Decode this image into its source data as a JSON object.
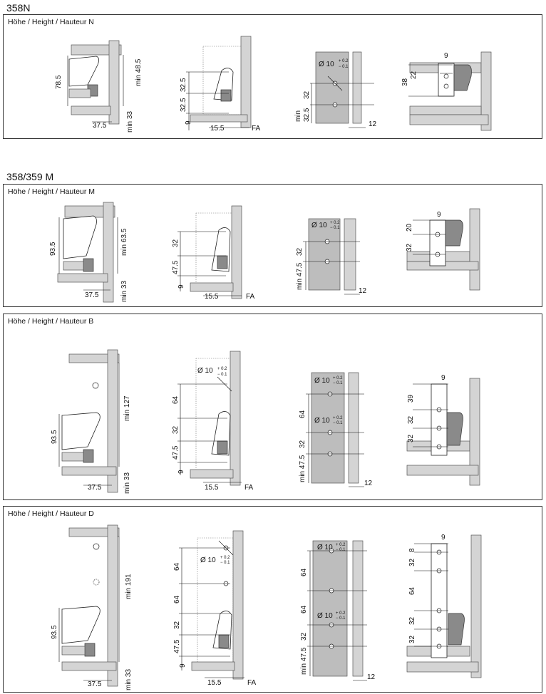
{
  "sections": [
    {
      "title": "358N"
    },
    {
      "title": "358/359 M"
    }
  ],
  "panels": [
    {
      "label": "Höhe / Height / Hauteur N",
      "dims": {
        "side_height": "78.5",
        "min_top": "min 48.5",
        "min_bottom": "min 33",
        "setback": "37.5",
        "front_upper": "32.5",
        "front_lower": "32.5",
        "front_base": "9",
        "front_width": "15.5",
        "fa": "FA",
        "bore_dia": "Ø 10",
        "tol_plus": "+ 0.2",
        "tol_minus": "− 0.1",
        "bore_spacing": "32",
        "bore_min": "min",
        "bore_base": "32.5",
        "thickness": "12",
        "rear_width": "9",
        "rear_total": "38",
        "rear_upper": "22"
      }
    },
    {
      "label": "Höhe / Height / Hauteur M",
      "dims": {
        "side_height": "93.5",
        "min_top": "min 63.5",
        "min_bottom": "min 33",
        "setback": "37.5",
        "front_upper": "32",
        "front_lower": "47.5",
        "front_base": "9",
        "front_width": "15.5",
        "fa": "FA",
        "bore_dia": "Ø 10",
        "tol_plus": "+ 0.2",
        "tol_minus": "− 0.1",
        "bore_spacing": "32",
        "bore_base": "min 47.5",
        "thickness": "12",
        "rear_width": "9",
        "rear_upper": "20",
        "rear_lower": "32"
      }
    },
    {
      "label": "Höhe / Height / Hauteur B",
      "dims": {
        "side_height": "93.5",
        "min_top": "min 127",
        "min_bottom": "min 33",
        "setback": "37.5",
        "front_top": "64",
        "front_upper": "32",
        "front_lower": "47.5",
        "front_base": "9",
        "front_width": "15.5",
        "fa": "FA",
        "bore_dia": "Ø 10",
        "tol_plus": "+ 0.2",
        "tol_minus": "− 0.1",
        "bore_top": "64",
        "bore_spacing": "32",
        "bore_base": "min 47.5",
        "thickness": "12",
        "rear_width": "9",
        "rear_upper": "39",
        "rear_mid": "32",
        "rear_lower": "32"
      }
    },
    {
      "label": "Höhe / Height / Hauteur D",
      "dims": {
        "side_height": "93.5",
        "min_top": "min 191",
        "min_bottom": "min 33",
        "setback": "37.5",
        "front_top": "64",
        "front_mid": "64",
        "front_upper": "32",
        "front_lower": "47.5",
        "front_base": "9",
        "front_width": "15.5",
        "fa": "FA",
        "bore_dia": "Ø 10",
        "tol_plus": "+ 0.2",
        "tol_minus": "− 0.1",
        "bore_top": "64",
        "bore_mid": "64",
        "bore_spacing": "32",
        "bore_base": "min 47.5",
        "thickness": "12",
        "rear_width": "9",
        "rear_top": "8",
        "rear_a": "32",
        "rear_b": "64",
        "rear_c": "32",
        "rear_d": "32"
      }
    }
  ]
}
